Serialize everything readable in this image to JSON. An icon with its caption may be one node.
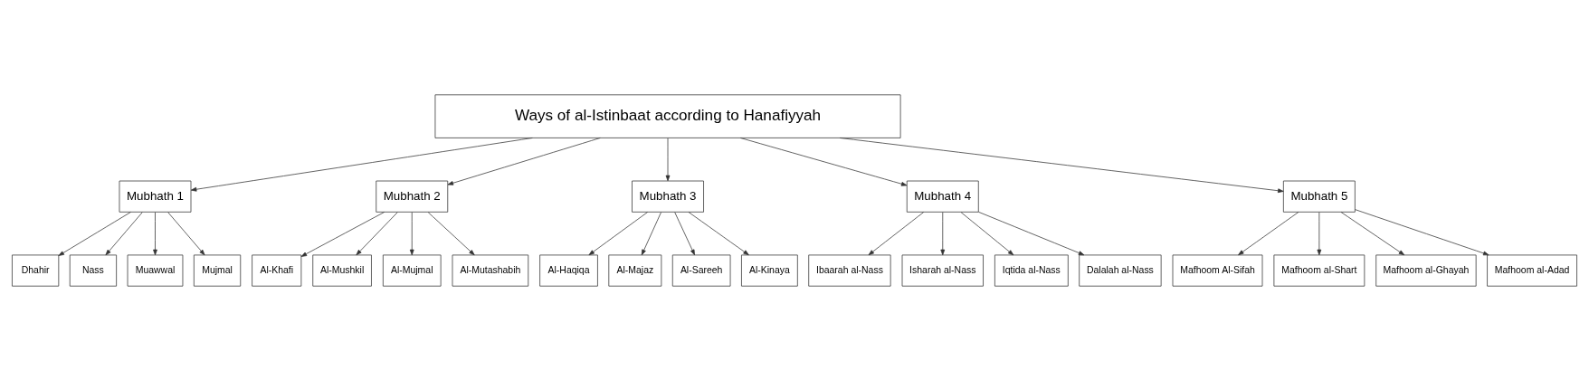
{
  "diagram": {
    "nodes": [
      {
        "text": [
          "Ways of al-Istinbaat according to Hanafiyyah"
        ]
      },
      {
        "text": [
          "Mubhath 1"
        ]
      },
      {
        "text": [
          "Mubhath 2"
        ]
      },
      {
        "text": [
          "Mubhath 3"
        ]
      },
      {
        "text": [
          "Mubhath 4"
        ]
      },
      {
        "text": [
          "Mubhath 5"
        ]
      },
      {
        "text": [
          "Dhahir"
        ]
      },
      {
        "text": [
          "Nass"
        ]
      },
      {
        "text": [
          "Muawwal"
        ]
      },
      {
        "text": [
          "Mujmal"
        ]
      },
      {
        "text": [
          "Al-Khafi"
        ]
      },
      {
        "text": [
          "Al-Mushkil"
        ]
      },
      {
        "text": [
          "Al-Mujmal"
        ]
      },
      {
        "text": [
          "Al-Mutashabih"
        ]
      },
      {
        "text": [
          "Al-Haqiqa"
        ]
      },
      {
        "text": [
          "Al-Majaz"
        ]
      },
      {
        "text": [
          "Al-Sareeh"
        ]
      },
      {
        "text": [
          "Al-Kinaya"
        ]
      },
      {
        "text": [
          "Ibaarah al-Nass"
        ]
      },
      {
        "text": [
          "Isharah al-Nass"
        ]
      },
      {
        "text": [
          "Iqtida al-Nass"
        ]
      },
      {
        "text": [
          "Dalalah al-Nass"
        ]
      },
      {
        "text": [
          "Mafhoom Al-Sifah"
        ]
      },
      {
        "text": [
          "Mafhoom al-Shart"
        ]
      },
      {
        "text": [
          "Mafhoom al-Ghayah"
        ]
      },
      {
        "text": [
          "Mafhoom al-Adad"
        ]
      }
    ],
    "edges": [
      {
        "from": 0,
        "to": 1,
        "arrow": "to"
      },
      {
        "from": 0,
        "to": 2,
        "arrow": "to"
      },
      {
        "from": 0,
        "to": 3,
        "arrow": "to"
      },
      {
        "from": 0,
        "to": 4,
        "arrow": "to"
      },
      {
        "from": 0,
        "to": 5,
        "arrow": "to"
      },
      {
        "from": 1,
        "to": 6,
        "arrow": "to"
      },
      {
        "from": 1,
        "to": 7,
        "arrow": "to"
      },
      {
        "from": 1,
        "to": 8,
        "arrow": "to"
      },
      {
        "from": 1,
        "to": 9,
        "arrow": "to"
      },
      {
        "from": 2,
        "to": 10,
        "arrow": "to"
      },
      {
        "from": 2,
        "to": 11,
        "arrow": "to"
      },
      {
        "from": 2,
        "to": 12,
        "arrow": "to"
      },
      {
        "from": 2,
        "to": 13,
        "arrow": "to"
      },
      {
        "from": 3,
        "to": 14,
        "arrow": "to"
      },
      {
        "from": 3,
        "to": 15,
        "arrow": "to"
      },
      {
        "from": 3,
        "to": 16,
        "arrow": "to"
      },
      {
        "from": 3,
        "to": 17,
        "arrow": "to"
      },
      {
        "from": 4,
        "to": 18,
        "arrow": "to"
      },
      {
        "from": 4,
        "to": 19,
        "arrow": "to"
      },
      {
        "from": 4,
        "to": 20,
        "arrow": "to"
      },
      {
        "from": 4,
        "to": 21,
        "arrow": "to"
      },
      {
        "from": 5,
        "to": 22,
        "arrow": "to"
      },
      {
        "from": 5,
        "to": 23,
        "arrow": "to"
      },
      {
        "from": 5,
        "to": 24,
        "arrow": "to"
      },
      {
        "from": 5,
        "to": 25,
        "arrow": "to"
      }
    ]
  }
}
